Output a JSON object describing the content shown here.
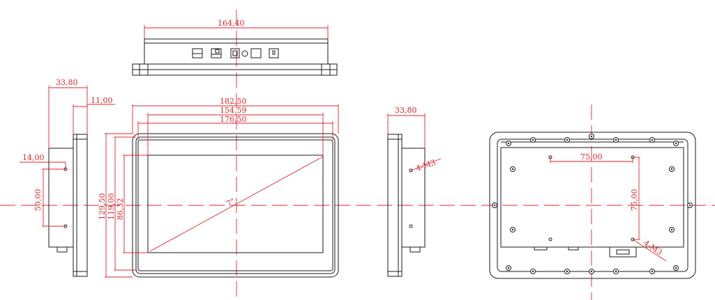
{
  "colors": {
    "outline": "#1a1a1a",
    "dimension": "#e0242b",
    "background": "#ffffff"
  },
  "top_view": {
    "width": "164,40"
  },
  "left_view": {
    "depth": "33,80",
    "bezel": "11,00",
    "hole_offset": "14,00",
    "hole_spacing": "50,00"
  },
  "front_view": {
    "outer_width": "182,50",
    "active_width": "154,59",
    "frame_width": "176,50",
    "outer_height": "129,50",
    "frame_height": "119,00",
    "active_height": "86,32",
    "diagonal": "7\""
  },
  "right_side_view": {
    "depth": "33,80",
    "thread": "4-M3"
  },
  "back_view": {
    "vesa_h": "75,00",
    "vesa_v": "75,00",
    "thread": "4-M3"
  }
}
